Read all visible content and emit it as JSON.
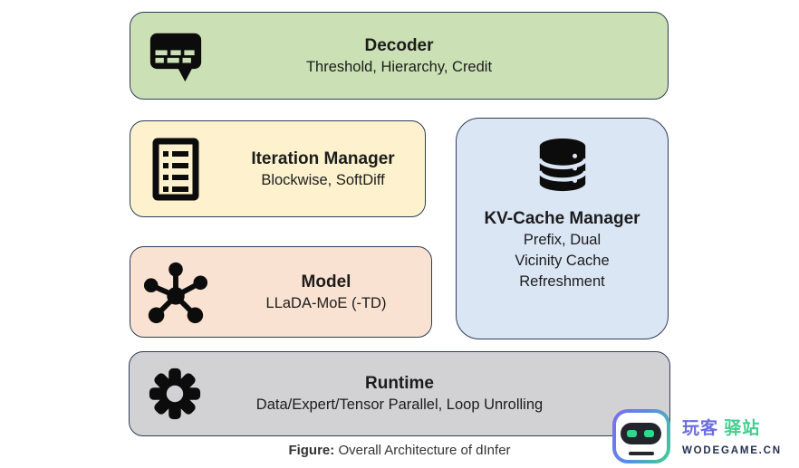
{
  "palette": {
    "border": "#2e3d59",
    "text": "#1c1c1c",
    "caption_text": "#333333"
  },
  "cards": {
    "decoder": {
      "title": "Decoder",
      "subtitle": "Threshold, Hierarchy, Credit",
      "fill": "#cbe1b5",
      "icon": "chat-bubble-icon"
    },
    "iteration": {
      "title": "Iteration Manager",
      "subtitle": "Blockwise, SoftDiff",
      "fill": "#fdf2cd",
      "icon": "checklist-icon"
    },
    "kv": {
      "title": "KV-Cache Manager",
      "lines": [
        "Prefix, Dual",
        "Vicinity Cache",
        "Refreshment"
      ],
      "fill": "#dbe6f4",
      "icon": "database-icon"
    },
    "model": {
      "title": "Model",
      "subtitle": "LLaDA-MoE (-TD)",
      "fill": "#fae2d2",
      "icon": "network-hub-icon"
    },
    "runtime": {
      "title": "Runtime",
      "subtitle": "Data/Expert/Tensor Parallel, Loop Unrolling",
      "fill": "#d2d2d4",
      "icon": "gear-icon"
    }
  },
  "caption": {
    "label": "Figure:",
    "text": " Overall Architecture of dInfer"
  },
  "watermark": {
    "name_part1": "玩客",
    "name_part2": "驿站",
    "domain": "WODEGAME.CN",
    "colors": {
      "purple": "#6a6ce0",
      "green": "#3fcf8e",
      "dark": "#233050"
    },
    "icon": "robot-icon"
  }
}
